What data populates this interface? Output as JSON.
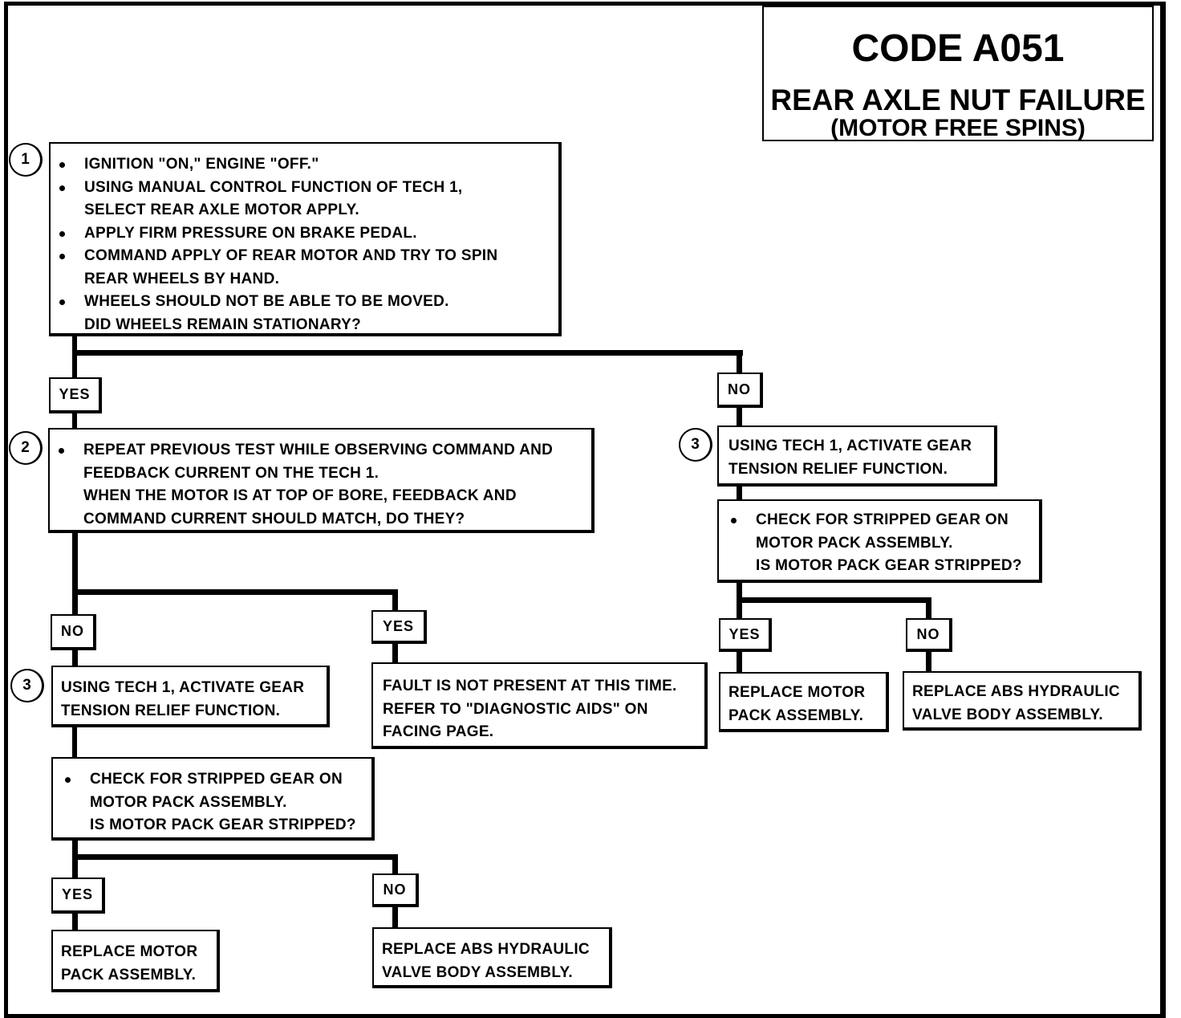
{
  "title": {
    "code": "CODE A051",
    "main": "REAR AXLE NUT FAILURE",
    "sub": "(MOTOR FREE SPINS)"
  },
  "steps": {
    "s1": {
      "number": "1",
      "bullets": [
        [
          "IGNITION \"ON,\" ENGINE \"OFF.\""
        ],
        [
          "USING MANUAL CONTROL FUNCTION OF TECH 1,",
          "SELECT REAR AXLE MOTOR APPLY."
        ],
        [
          "APPLY FIRM PRESSURE ON BRAKE PEDAL."
        ],
        [
          "COMMAND APPLY OF REAR MOTOR AND TRY TO SPIN",
          "REAR WHEELS BY HAND."
        ],
        [
          "WHEELS SHOULD NOT BE ABLE TO BE MOVED.",
          "DID WHEELS REMAIN STATIONARY?"
        ]
      ]
    },
    "s2": {
      "number": "2",
      "bullets": [
        [
          "REPEAT PREVIOUS TEST WHILE OBSERVING COMMAND AND",
          "FEEDBACK CURRENT ON THE TECH 1.",
          "WHEN THE MOTOR IS AT TOP OF BORE, FEEDBACK AND",
          "COMMAND CURRENT SHOULD MATCH, DO THEY?"
        ]
      ]
    },
    "s3_right": {
      "number": "3",
      "lines": [
        "USING TECH 1, ACTIVATE GEAR",
        "TENSION RELIEF FUNCTION."
      ],
      "check_bullets": [
        [
          "CHECK FOR STRIPPED GEAR ON",
          "MOTOR PACK ASSEMBLY.",
          "IS MOTOR PACK GEAR STRIPPED?"
        ]
      ]
    },
    "s3_left": {
      "number": "3",
      "lines": [
        "USING TECH 1, ACTIVATE GEAR",
        "TENSION RELIEF FUNCTION."
      ],
      "check_bullets": [
        [
          "CHECK FOR STRIPPED GEAR ON",
          "MOTOR PACK ASSEMBLY.",
          "IS MOTOR PACK GEAR STRIPPED?"
        ]
      ]
    }
  },
  "outcomes": {
    "fault_not_present": [
      "FAULT IS NOT PRESENT AT THIS TIME.",
      "REFER TO \"DIAGNOSTIC AIDS\" ON",
      "FACING PAGE."
    ],
    "replace_motor_left": [
      "REPLACE MOTOR",
      "PACK ASSEMBLY."
    ],
    "replace_valve_left": [
      "REPLACE ABS HYDRAULIC",
      "VALVE BODY ASSEMBLY."
    ],
    "replace_motor_right": [
      "REPLACE MOTOR",
      "PACK ASSEMBLY."
    ],
    "replace_valve_right": [
      "REPLACE ABS HYDRAULIC",
      "VALVE BODY ASSEMBLY."
    ]
  },
  "labels": {
    "yes": "YES",
    "no": "NO"
  }
}
